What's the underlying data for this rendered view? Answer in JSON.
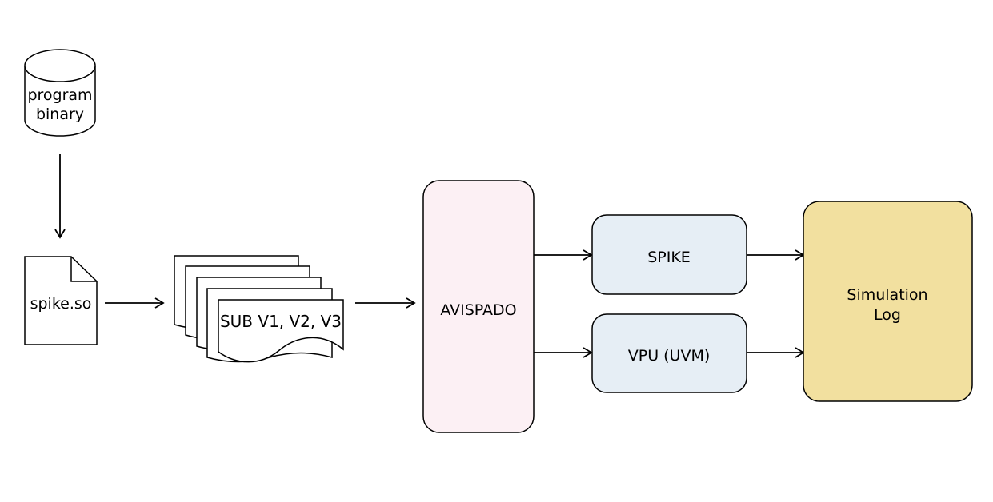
{
  "nodes": {
    "program_binary": {
      "line1": "program",
      "line2": "binary"
    },
    "spike_so": {
      "label": "spike.so"
    },
    "sub_versions": {
      "label": "SUB V1, V2, V3"
    },
    "avispado": {
      "label": "AVISPADO"
    },
    "spike": {
      "label": "SPIKE"
    },
    "vpu": {
      "label": "VPU (UVM)"
    },
    "simulation_log": {
      "line1": "Simulation",
      "line2": "Log"
    }
  },
  "colors": {
    "avispado_fill": "#fcf0f4",
    "core_fill": "#e6eef5",
    "log_fill": "#f2e09f",
    "stroke": "#000000"
  }
}
